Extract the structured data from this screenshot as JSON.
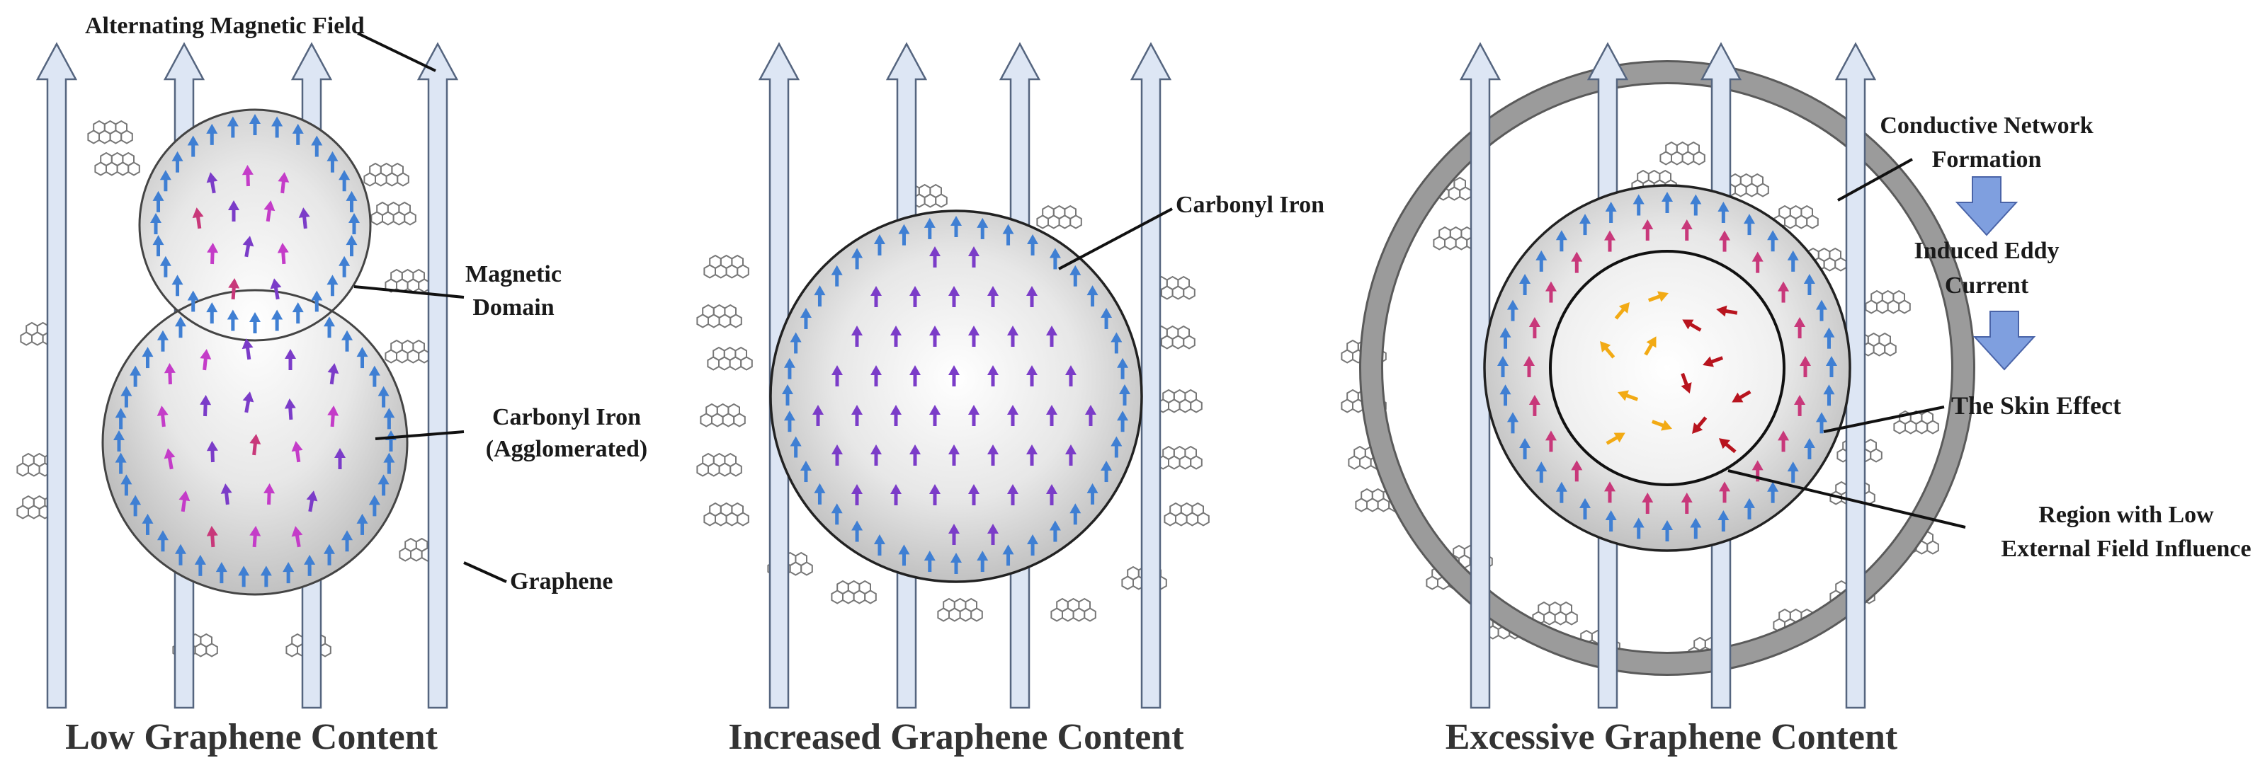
{
  "panels": [
    {
      "title": "Low Graphene Content",
      "labels": {
        "field": "Alternating Magnetic Field",
        "domain_line1": "Magnetic",
        "domain_line2": "Domain",
        "iron_line1": "Carbonyl Iron",
        "iron_line2": "(Agglomerated)",
        "graphene": "Graphene"
      }
    },
    {
      "title": "Increased Graphene Content",
      "labels": {
        "iron": "Carbonyl Iron"
      }
    },
    {
      "title": "Excessive Graphene Content",
      "labels": {
        "network_line1": "Conductive Network",
        "network_line2": "Formation",
        "eddy_line1": "Induced Eddy",
        "eddy_line2": "Current",
        "skin": "The Skin Effect",
        "region_line1": "Region with Low",
        "region_line2": "External Field Influence"
      }
    }
  ],
  "colors": {
    "field_arrow_fill": "#dde6f4",
    "field_arrow_stroke": "#55657f",
    "domain_blue": "#3f7fd3",
    "domain_violet": "#7b3cc8",
    "domain_magenta": "#c43cc8",
    "domain_pink": "#c8387a",
    "domain_orange": "#f2aa14",
    "domain_red": "#b8141e",
    "process_arrow": "#7f9fdf",
    "conductive_ring": "#9b9b9b",
    "graphene": "#777777"
  }
}
